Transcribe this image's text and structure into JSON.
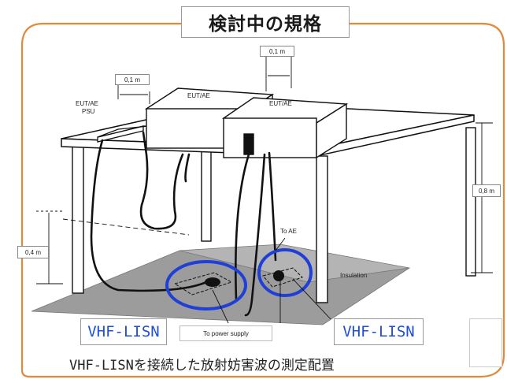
{
  "title": "検討中の規格",
  "caption": "VHF-LISNを接続した放射妨害波の測定配置",
  "colors": {
    "frame": "#e08a3c",
    "highlight": "#1f3fd6",
    "lisn_text": "#1f4fd6",
    "ground_plane": "#9a9a9a"
  },
  "labels": {
    "eut_ae_psu_1": "EUT/AE",
    "eut_ae_psu_2": "PSU",
    "eut_ae_left": "EUT/AE",
    "eut_ae_right": "EUT/AE",
    "dim_01_left": "0,1 m",
    "dim_01_right": "0,1 m",
    "dim_08": "0,8 m",
    "dim_04": "0,4 m",
    "to_ae": "To AE",
    "insulation": "Insulation",
    "to_power_supply": "To power supply"
  },
  "lisn_labels": [
    "VHF-LISN",
    "VHF-LISN"
  ]
}
